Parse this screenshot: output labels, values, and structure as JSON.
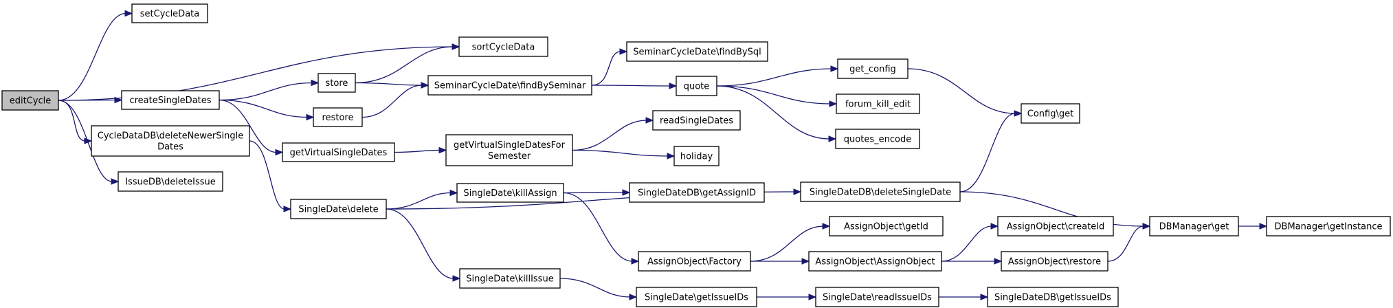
{
  "diagram": {
    "nodes": {
      "editCycle": [
        "editCycle"
      ],
      "setCycleData": [
        "setCycleData"
      ],
      "sortCycleData": [
        "sortCycleData"
      ],
      "createSingleDates": [
        "createSingleDates"
      ],
      "deleteNewer": [
        "CycleDataDB\\deleteNewerSingle",
        "Dates"
      ],
      "deleteIssue": [
        "IssueDB\\deleteIssue"
      ],
      "store": [
        "store"
      ],
      "restore": [
        "restore"
      ],
      "getVirtualSingleDates": [
        "getVirtualSingleDates"
      ],
      "sdDelete": [
        "SingleDate\\delete"
      ],
      "findBySql": [
        "SeminarCycleDate\\findBySql"
      ],
      "findBySeminar": [
        "SeminarCycleDate\\findBySeminar"
      ],
      "getVSDForSemester": [
        "getVirtualSingleDatesFor",
        "Semester"
      ],
      "killAssign": [
        "SingleDate\\killAssign"
      ],
      "killIssue": [
        "SingleDate\\killIssue"
      ],
      "quote": [
        "quote"
      ],
      "readSingleDates": [
        "readSingleDates"
      ],
      "holiday": [
        "holiday"
      ],
      "getAssignID": [
        "SingleDateDB\\getAssignID"
      ],
      "deleteSingleDate": [
        "SingleDateDB\\deleteSingleDate"
      ],
      "aoFactory": [
        "AssignObject\\Factory"
      ],
      "getIssueIDs": [
        "SingleDate\\getIssueIDs"
      ],
      "getConfig": [
        "get_config"
      ],
      "forumKillEdit": [
        "forum_kill_edit"
      ],
      "quotesEncode": [
        "quotes_encode"
      ],
      "aoGetId": [
        "AssignObject\\getId"
      ],
      "aoAssignObject": [
        "AssignObject\\AssignObject"
      ],
      "readIssueIDs": [
        "SingleDate\\readIssueIDs"
      ],
      "configGet": [
        "Config\\get"
      ],
      "aoCreateId": [
        "AssignObject\\createId"
      ],
      "aoRestore": [
        "AssignObject\\restore"
      ],
      "sddGetIssueIDs": [
        "SingleDateDB\\getIssueIDs"
      ],
      "dbGet": [
        "DBManager\\get"
      ],
      "dbGetInstance": [
        "DBManager\\getInstance"
      ]
    }
  }
}
